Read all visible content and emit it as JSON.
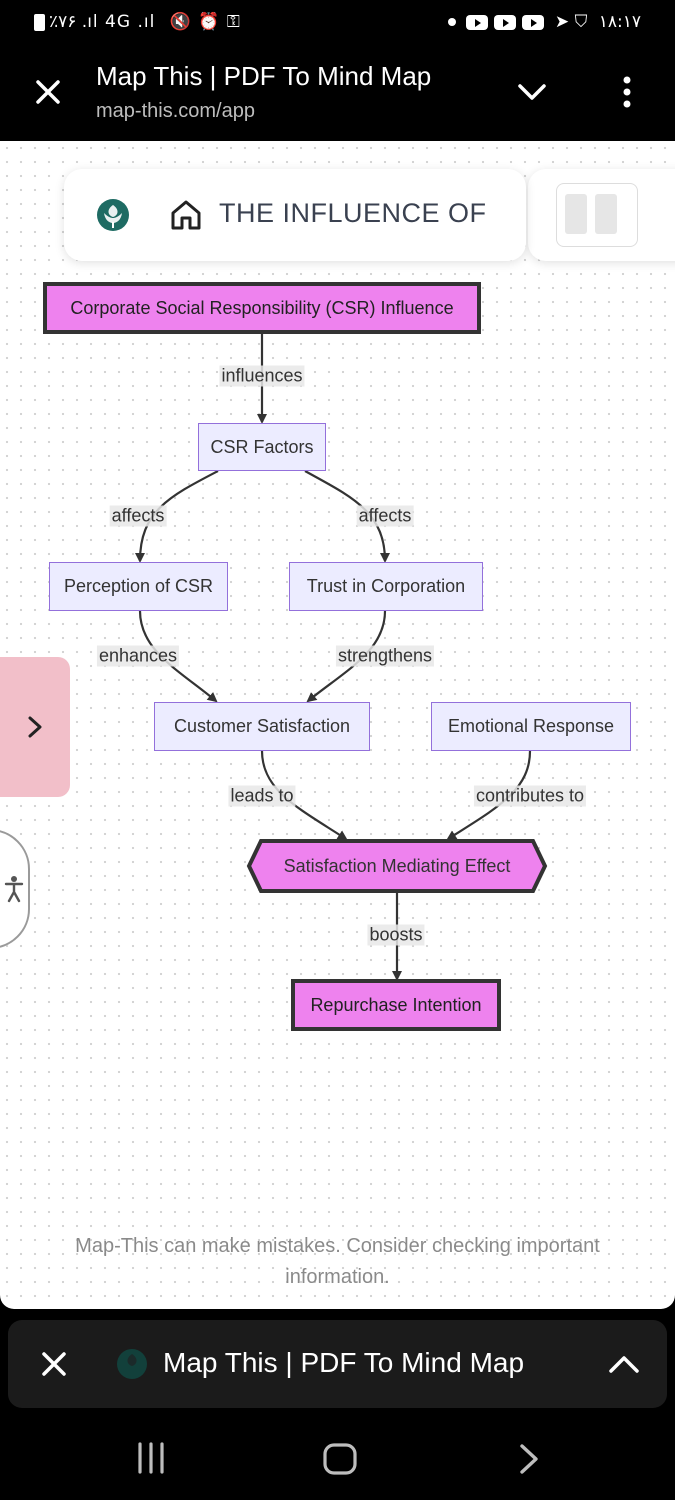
{
  "status_bar": {
    "left_text": "٪۷۶ .ıl 4G .ıl",
    "time": "۱۸:۱۷"
  },
  "browser": {
    "page_title": "Map This | PDF To Mind Map",
    "url": "map-this.com/app"
  },
  "header": {
    "map_title": "THE INFLUENCE OF"
  },
  "diagram": {
    "nodes": {
      "csr_influence": "Corporate Social Responsibility (CSR) Influence",
      "csr_factors": "CSR Factors",
      "perception": "Perception of CSR",
      "trust": "Trust in Corporation",
      "satisfaction": "Customer Satisfaction",
      "emotional": "Emotional Response",
      "mediating": "Satisfaction Mediating Effect",
      "repurchase": "Repurchase Intention"
    },
    "edges": {
      "influences": "influences",
      "affects_left": "affects",
      "affects_right": "affects",
      "enhances": "enhances",
      "strengthens": "strengthens",
      "leads_to": "leads to",
      "contributes_to": "contributes to",
      "boosts": "boosts"
    }
  },
  "disclaimer": "Map-This can make mistakes. Consider checking important information.",
  "bottom_tab": {
    "title": "Map This | PDF To Mind Map"
  },
  "colors": {
    "key_node_fill": "#ee82ee",
    "std_node_fill": "#ececff",
    "std_node_border": "#9370db",
    "side_panel": "#f2bfc9"
  },
  "icons": [
    "close-icon",
    "chevron-down-icon",
    "more-vertical-icon",
    "logo-icon",
    "home-icon",
    "chevron-right-icon",
    "accessibility-icon",
    "chevron-up-icon",
    "recents-icon",
    "home-nav-icon",
    "back-icon"
  ]
}
